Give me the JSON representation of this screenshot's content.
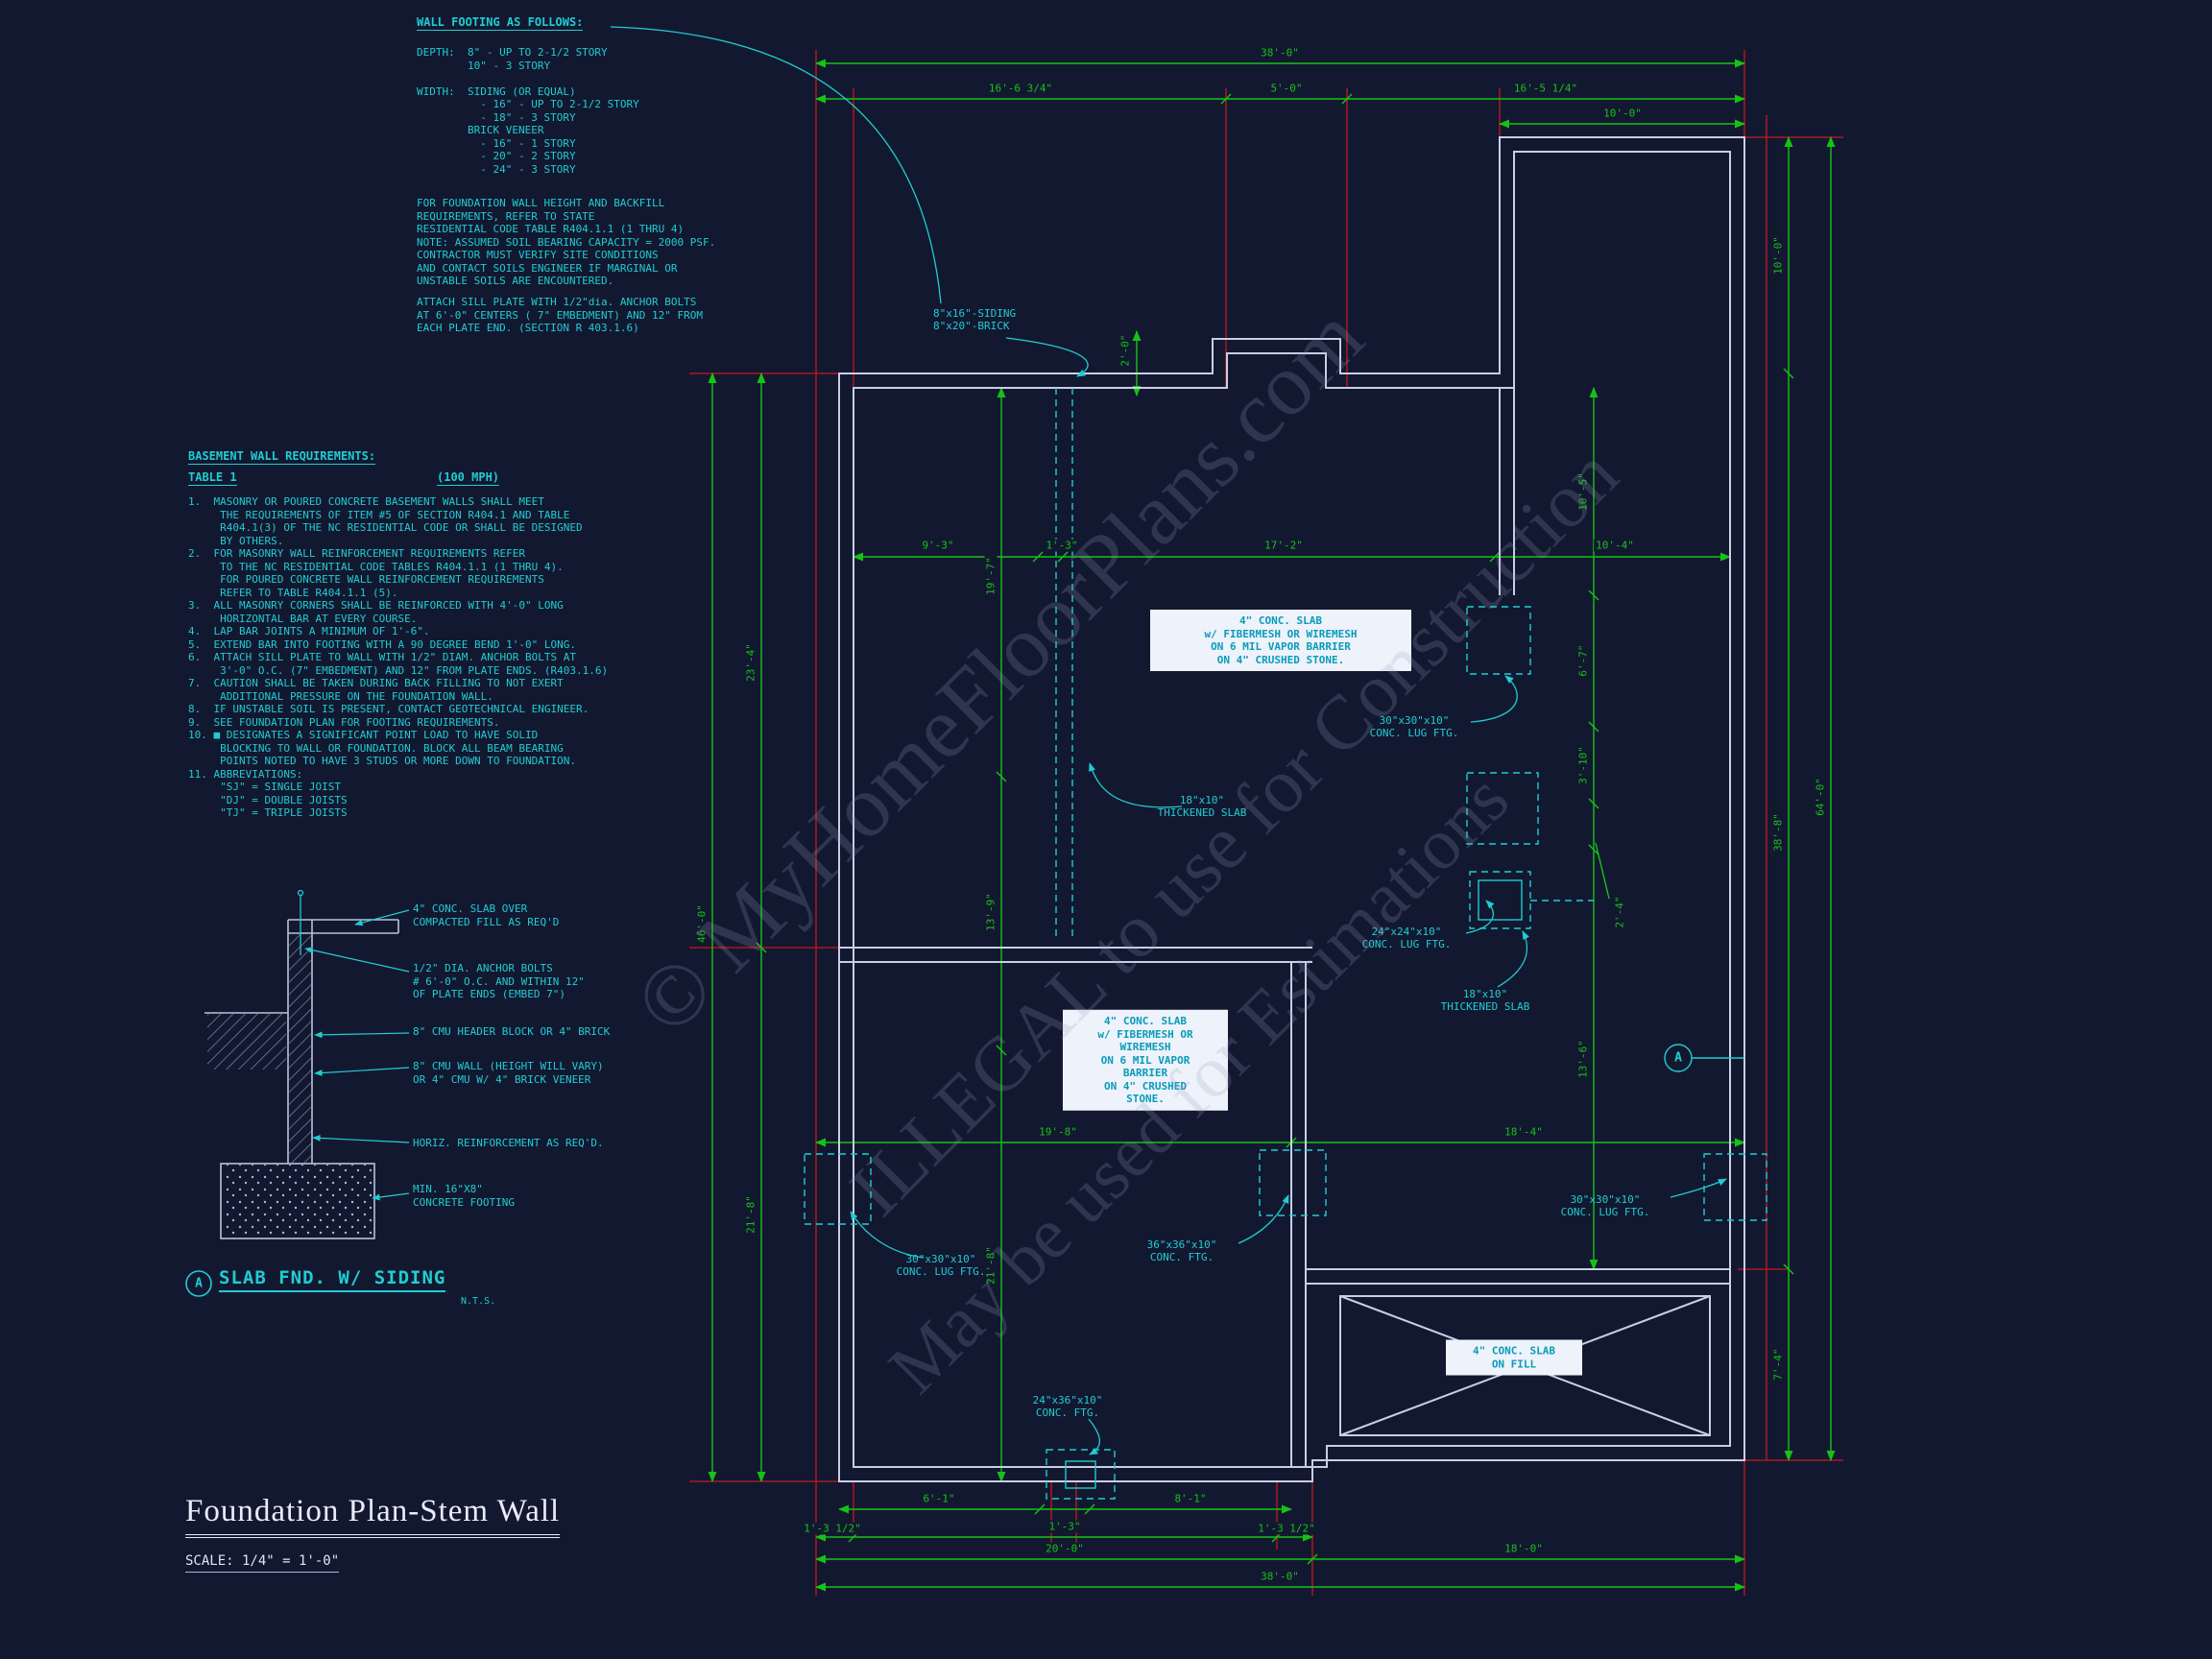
{
  "colors": {
    "bg": "#131831",
    "cyan": "#20cdd1",
    "green": "#15c315",
    "red": "#c41a1a",
    "wall": "#c8cfe4",
    "label_box_bg": "#eef2fb"
  },
  "notes": {
    "wall_footing_title": "WALL FOOTING AS FOLLOWS:",
    "wall_footing_body": "DEPTH:  8\" - UP TO 2-1/2 STORY\n        10\" - 3 STORY\n\nWIDTH:  SIDING (OR EQUAL)\n          - 16\" - UP TO 2-1/2 STORY\n          - 18\" - 3 STORY\n        BRICK VENEER\n          - 16\" - 1 STORY\n          - 20\" - 2 STORY\n          - 24\" - 3 STORY",
    "foundation_note": "FOR FOUNDATION WALL HEIGHT AND BACKFILL\nREQUIREMENTS, REFER TO STATE\nRESIDENTIAL CODE TABLE R404.1.1 (1 THRU 4)\nNOTE: ASSUMED SOIL BEARING CAPACITY = 2000 PSF.\nCONTRACTOR MUST VERIFY SITE CONDITIONS\nAND CONTACT SOILS ENGINEER IF MARGINAL OR\nUNSTABLE SOILS ARE ENCOUNTERED.",
    "sill_note": "ATTACH SILL PLATE WITH 1/2\"dia. ANCHOR BOLTS\nAT 6'-0\" CENTERS ( 7\" EMBEDMENT) AND 12\" FROM\nEACH PLATE END. (SECTION R 403.1.6)"
  },
  "basement": {
    "title": "BASEMENT WALL REQUIREMENTS:",
    "table": "TABLE 1",
    "mph": "(100 MPH)",
    "items": "1.  MASONRY OR POURED CONCRETE BASEMENT WALLS SHALL MEET\n     THE REQUIREMENTS OF ITEM #5 OF SECTION R404.1 AND TABLE\n     R404.1(3) OF THE NC RESIDENTIAL CODE OR SHALL BE DESIGNED\n     BY OTHERS.\n2.  FOR MASONRY WALL REINFORCEMENT REQUIREMENTS REFER\n     TO THE NC RESIDENTIAL CODE TABLES R404.1.1 (1 THRU 4).\n     FOR POURED CONCRETE WALL REINFORCEMENT REQUIREMENTS\n     REFER TO TABLE R404.1.1 (5).\n3.  ALL MASONRY CORNERS SHALL BE REINFORCED WITH 4'-0\" LONG\n     HORIZONTAL BAR AT EVERY COURSE.\n4.  LAP BAR JOINTS A MINIMUM OF 1'-6\".\n5.  EXTEND BAR INTO FOOTING WITH A 90 DEGREE BEND 1'-0\" LONG.\n6.  ATTACH SILL PLATE TO WALL WITH 1/2\" DIAM. ANCHOR BOLTS AT\n     3'-0\" O.C. (7\" EMBEDMENT) AND 12\" FROM PLATE ENDS. (R403.1.6)\n7.  CAUTION SHALL BE TAKEN DURING BACK FILLING TO NOT EXERT\n     ADDITIONAL PRESSURE ON THE FOUNDATION WALL.\n8.  IF UNSTABLE SOIL IS PRESENT, CONTACT GEOTECHNICAL ENGINEER.\n9.  SEE FOUNDATION PLAN FOR FOOTING REQUIREMENTS.\n10. ■ DESIGNATES A SIGNIFICANT POINT LOAD TO HAVE SOLID\n     BLOCKING TO WALL OR FOUNDATION. BLOCK ALL BEAM BEARING\n     POINTS NOTED TO HAVE 3 STUDS OR MORE DOWN TO FOUNDATION.\n11. ABBREVIATIONS:\n     \"SJ\" = SINGLE JOIST\n     \"DJ\" = DOUBLE JOISTS\n     \"TJ\" = TRIPLE JOISTS"
  },
  "detail": {
    "c1": "4\" CONC. SLAB OVER\nCOMPACTED FILL AS REQ'D",
    "c2": "1/2\" DIA. ANCHOR BOLTS\n# 6'-0\" O.C. AND WITHIN 12\"\nOF PLATE ENDS (EMBED 7\")",
    "c3": "8\" CMU HEADER BLOCK OR 4\" BRICK",
    "c4": "8\" CMU WALL (HEIGHT WILL VARY)\nOR 4\" CMU W/ 4\" BRICK VENEER",
    "c5": "HORIZ. REINFORCEMENT AS REQ'D.",
    "c6": "MIN. 16\"X8\"\nCONCRETE FOOTING",
    "marker": "A",
    "title": "SLAB FND. W/ SIDING",
    "nts": "N.T.S."
  },
  "plan": {
    "labels": {
      "siding": "8\"x16\"-SIDING\n8\"x20\"-BRICK",
      "slab1": "4\" CONC. SLAB\nw/ FIBERMESH OR WIREMESH\nON 6 MIL VAPOR BARRIER\nON 4\" CRUSHED STONE.",
      "slab2": "4\" CONC. SLAB\nw/ FIBERMESH OR\nWIREMESH\nON 6 MIL VAPOR\nBARRIER\nON 4\" CRUSHED\nSTONE.",
      "slab_fill": "4\" CONC. SLAB\nON FILL",
      "lug1": "30\"x30\"x10\"\nCONC. LUG FTG.",
      "lug2": "30\"x30\"x10\"\nCONC. LUG FTG.",
      "lug3": "30\"x30\"x10\"\nCONC. LUG FTG.",
      "lug24": "24\"x24\"x10\"\nCONC. LUG FTG.",
      "thick1": "18\"x10\"\nTHICKENED SLAB",
      "thick2": "18\"x10\"\nTHICKENED SLAB",
      "ftg36": "36\"x36\"x10\"\nCONC. FTG.",
      "ftg2436": "24\"x36\"x10\"\nCONC. FTG.",
      "marker": "A"
    }
  },
  "dims": [
    "38'-0\"",
    "16'-6 3/4\"",
    "5'-0\"",
    "16'-5 1/4\"",
    "10'-0\"",
    "10'-0\"",
    "64'-0\"",
    "38'-8\"",
    "7'-4\"",
    "2'-0\"",
    "23'-4\"",
    "46'-0\"",
    "21'-8\"",
    "9'-3\"",
    "1'-3\"",
    "17'-2\"",
    "10'-4\"",
    "19'-7\"",
    "13'-9\"",
    "21'-8\"",
    "10'-5\"",
    "6'-7\"",
    "3'-10\"",
    "2'-4\"",
    "13'-6\"",
    "19'-8\"",
    "18'-4\"",
    "6'-1\"",
    "1'-3\"",
    "8'-1\"",
    "1'-3 1/2\"",
    "1'-3 1/2\"",
    "20'-0\"",
    "18'-0\"",
    "38'-0\""
  ],
  "title_block": {
    "title": "Foundation Plan-Stem Wall",
    "scale": "SCALE: 1/4\" = 1'-0\""
  },
  "watermark": {
    "l1": "© MyHomeFloorPlans.com",
    "l2": "ILLEGAL to use for Construction",
    "l3": "May be used for Estimations"
  }
}
